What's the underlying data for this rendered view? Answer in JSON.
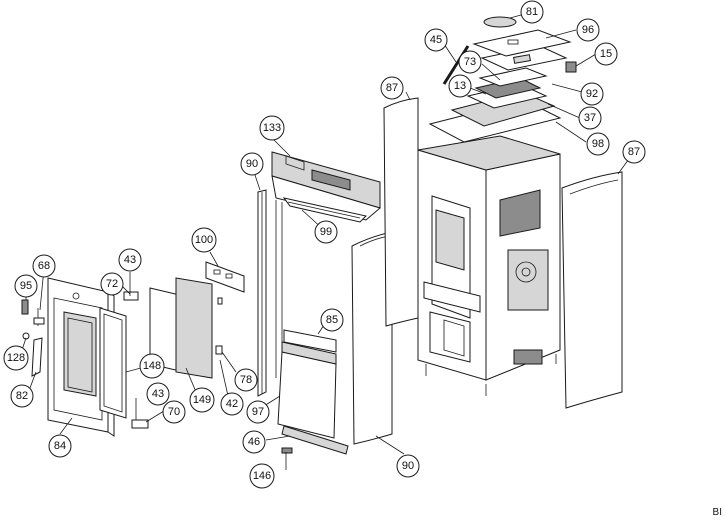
{
  "callouts": [
    "81",
    "96",
    "45",
    "15",
    "73",
    "92",
    "13",
    "87",
    "37",
    "98",
    "133",
    "87",
    "90",
    "99",
    "100",
    "43",
    "68",
    "72",
    "95",
    "85",
    "128",
    "148",
    "78",
    "82",
    "149",
    "42",
    "97",
    "43",
    "70",
    "84",
    "46",
    "90",
    "146"
  ],
  "corner_code": "BI"
}
